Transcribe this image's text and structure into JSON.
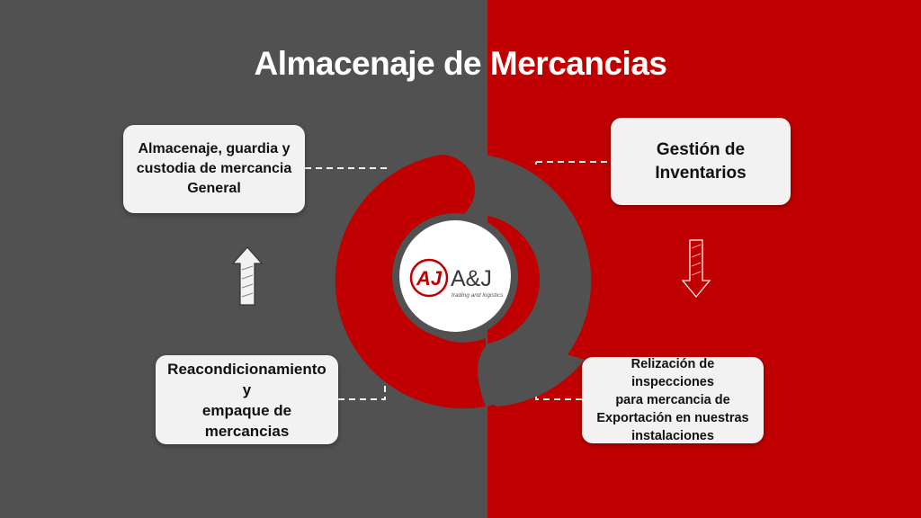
{
  "title": "Almacenaje de Mercancias",
  "logo": {
    "initials": "AJ",
    "brand": "A&J",
    "tagline": "trading and logistics"
  },
  "steps": [
    {
      "text_lines": [
        "Almacenaje, guardia y",
        "custodia de mercancia",
        "General"
      ]
    },
    {
      "text_lines": [
        "Gestión de",
        "Inventarios"
      ]
    },
    {
      "text_lines": [
        "Relización de inspecciones",
        "para mercancia de",
        "Exportación en nuestras",
        "instalaciones"
      ]
    },
    {
      "text_lines": [
        "Reacondicionamiento y",
        "empaque de",
        "mercancias"
      ]
    }
  ],
  "colors": {
    "dark": "#515151",
    "red": "#c00000",
    "card": "#f2f2f2",
    "text": "#111111"
  },
  "icons": [
    "arrow-up-icon",
    "arrow-down-icon"
  ]
}
